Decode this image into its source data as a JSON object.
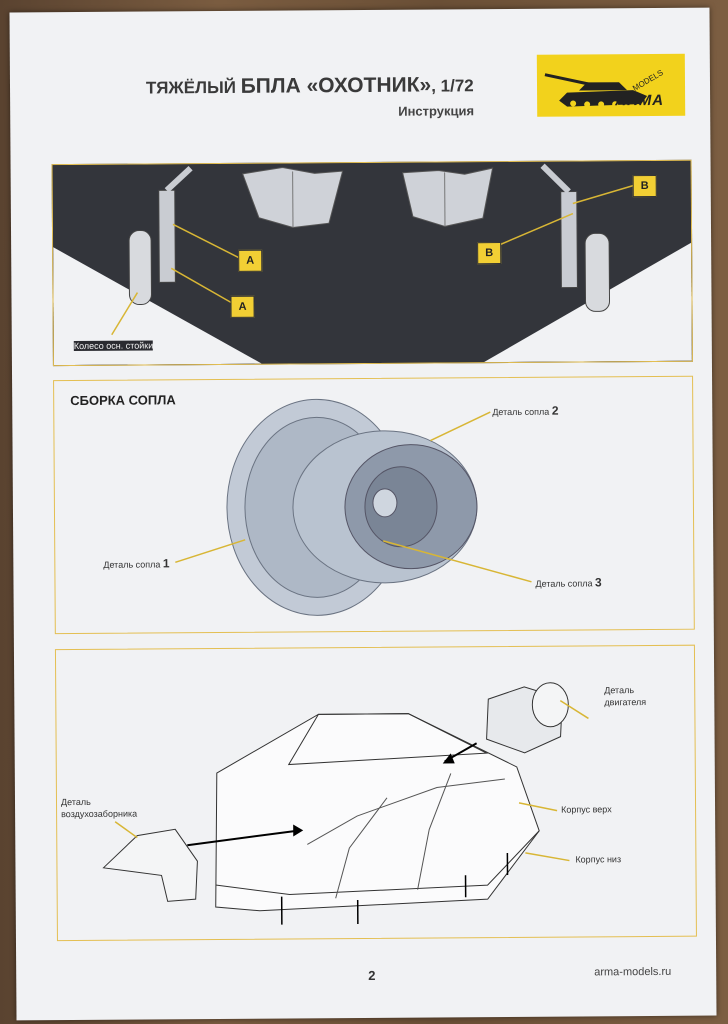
{
  "header": {
    "title_prefix": "ТЯЖЁЛЫЙ",
    "title_main": "БПЛА «ОХОТНИК»",
    "title_scale": ", 1/72",
    "subtitle": "Инструкция"
  },
  "logo": {
    "models": "MODELS",
    "brand": "ARMA"
  },
  "landing_gear": {
    "tags": [
      "A",
      "A",
      "B",
      "B"
    ],
    "wheel_label": "Колесо осн. стойки"
  },
  "nozzle": {
    "title": "СБОРКА СОПЛА",
    "part1_label": "Деталь сопла",
    "part1_num": "1",
    "part2_label": "Деталь сопла",
    "part2_num": "2",
    "part3_label": "Деталь сопла",
    "part3_num": "3"
  },
  "fuselage": {
    "engine_label_1": "Деталь",
    "engine_label_2": "двигателя",
    "intake_label_1": "Деталь",
    "intake_label_2": "воздухозаборника",
    "upper_label": "Корпус верх",
    "lower_label": "Корпус низ"
  },
  "footer": {
    "page": "2",
    "site": "arma-models.ru"
  },
  "colors": {
    "accent": "#f2cf34",
    "frame": "#e4bf52",
    "paper": "#f1f2f4"
  }
}
